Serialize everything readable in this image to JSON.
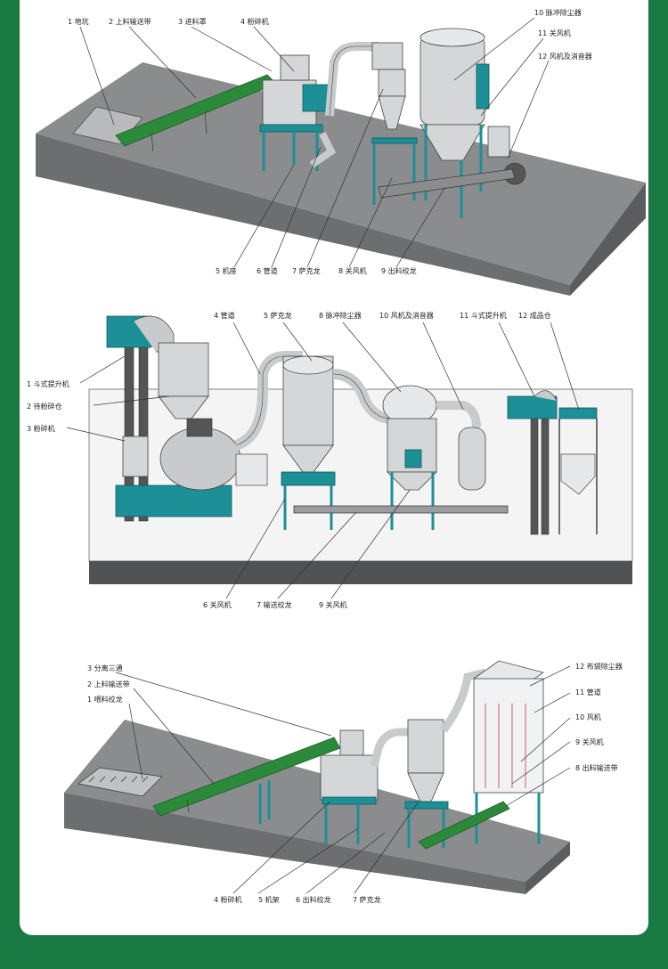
{
  "colors": {
    "frame": "#1a7a43",
    "floor": "#8a8c8e",
    "floor_side": "#6c6e70",
    "teal": "#1d8f96",
    "belt": "#2a8a3a",
    "steel": "#d4d6d8"
  },
  "panel1": {
    "labels": {
      "l1": "1 地坑",
      "l2": "2 上料输送带",
      "l3": "3 进料罩",
      "l4": "4 粉碎机",
      "l5": "5 机座",
      "l6": "6 管道",
      "l7": "7 萨克龙",
      "l8": "8 关风机",
      "l9": "9 出料绞龙",
      "l10": "10 脉冲除尘器",
      "l11": "11 关风机",
      "l12": "12 风机及消音器"
    }
  },
  "panel2": {
    "labels": {
      "l1": "1 斗式提升机",
      "l2": "2 待粉碎仓",
      "l3": "3 粉碎机",
      "l4": "4 管道",
      "l5": "5 萨克龙",
      "l6": "6 关风机",
      "l7": "7 输送绞龙",
      "l8": "8 脉冲除尘器",
      "l9": "9 关风机",
      "l10": "10 风机及消音器",
      "l11": "11 斗式提升机",
      "l12": "12 成品仓"
    }
  },
  "panel3": {
    "labels": {
      "l1": "1 喂料绞龙",
      "l2": "2 上料输送带",
      "l3": "3 分离三通",
      "l4": "4 粉碎机",
      "l5": "5 机架",
      "l6": "6 出料绞龙",
      "l7": "7 萨克龙",
      "l8": "8 出料输送带",
      "l9": "9 关风机",
      "l10": "10 风机",
      "l11": "11 管道",
      "l12": "12 布袋除尘器"
    }
  }
}
